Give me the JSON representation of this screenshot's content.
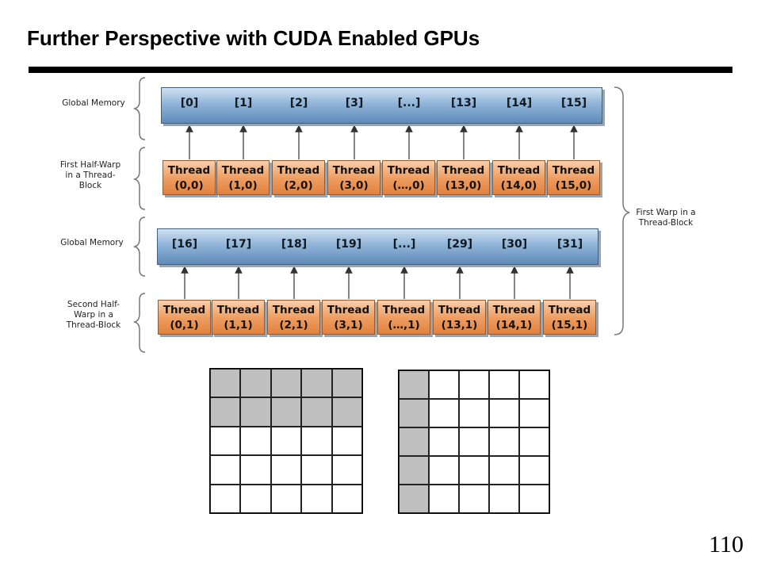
{
  "title": "Further Perspective with CUDA Enabled GPUs",
  "page_number": "110",
  "labels": {
    "global_memory_1": "Global Memory",
    "first_half_warp": [
      "First Half-Warp",
      "in a Thread-",
      "Block"
    ],
    "global_memory_2": "Global Memory",
    "second_half_warp": [
      "Second Half-",
      "Warp in a",
      "Thread-Block"
    ],
    "first_warp": [
      "First Warp in a",
      "Thread-Block"
    ]
  },
  "memory_row_1": [
    "[0]",
    "[1]",
    "[2]",
    "[3]",
    "[...]",
    "[13]",
    "[14]",
    "[15]"
  ],
  "memory_row_2": [
    "[16]",
    "[17]",
    "[18]",
    "[19]",
    "[...]",
    "[29]",
    "[30]",
    "[31]"
  ],
  "threads_row_1": [
    [
      "Thread",
      "(0,0)"
    ],
    [
      "Thread",
      "(1,0)"
    ],
    [
      "Thread",
      "(2,0)"
    ],
    [
      "Thread",
      "(3,0)"
    ],
    [
      "Thread",
      "(…,0)"
    ],
    [
      "Thread",
      "(13,0)"
    ],
    [
      "Thread",
      "(14,0)"
    ],
    [
      "Thread",
      "(15,0)"
    ]
  ],
  "threads_row_2": [
    [
      "Thread",
      "(0,1)"
    ],
    [
      "Thread",
      "(1,1)"
    ],
    [
      "Thread",
      "(2,1)"
    ],
    [
      "Thread",
      "(3,1)"
    ],
    [
      "Thread",
      "(…,1)"
    ],
    [
      "Thread",
      "(13,1)"
    ],
    [
      "Thread",
      "(14,1)"
    ],
    [
      "Thread",
      "(15,1)"
    ]
  ],
  "grids": {
    "left": {
      "rows": 5,
      "cols": 5,
      "shaded": "rows",
      "shaded_indices": [
        0,
        1
      ]
    },
    "right": {
      "rows": 5,
      "cols": 5,
      "shaded": "cols",
      "shaded_indices": [
        0
      ]
    }
  },
  "colors": {
    "memory": "#8fb4d8",
    "thread": "#ef9f62",
    "shade": "#c0c0c0"
  }
}
